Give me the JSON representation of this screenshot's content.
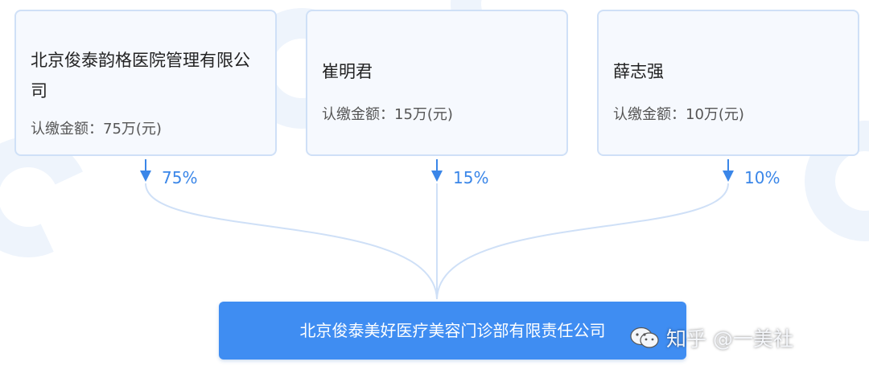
{
  "shareholders": [
    {
      "name": "北京俊泰韵格医院管理有限公司",
      "amount": "认缴金额：75万(元)",
      "percent": "75%"
    },
    {
      "name": "崔明君",
      "amount": "认缴金额：15万(元)",
      "percent": "15%"
    },
    {
      "name": "薛志强",
      "amount": "认缴金额：10万(元)",
      "percent": "10%"
    }
  ],
  "target_company": "北京俊泰美好医疗美容门诊部有限责任公司",
  "credit": "知乎 @一美社",
  "colors": {
    "accent": "#3f8df2",
    "line": "#cfe0f7",
    "card_bg": "#f6f9fe"
  }
}
